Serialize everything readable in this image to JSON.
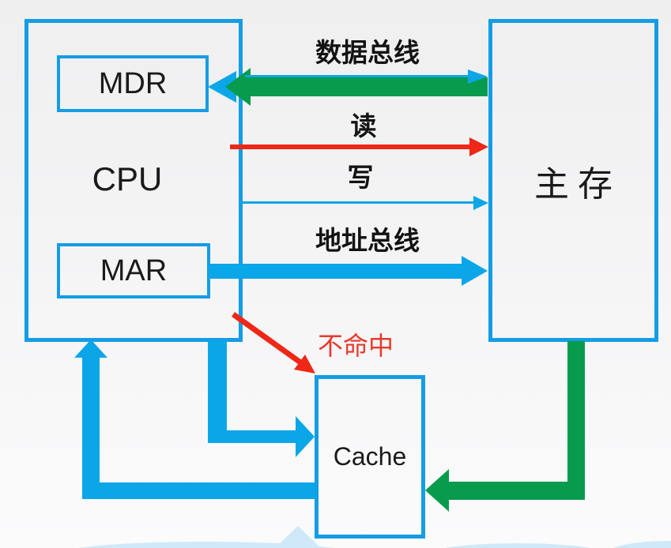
{
  "boxes": {
    "cpu": {
      "label": "CPU"
    },
    "mdr": {
      "label": "MDR"
    },
    "mar": {
      "label": "MAR"
    },
    "main_memory": {
      "label": "主 存"
    },
    "cache": {
      "label": "Cache"
    }
  },
  "bus_labels": {
    "data_bus": "数据总线",
    "read": "读",
    "write": "写",
    "address_bus": "地址总线",
    "miss": "不命中"
  },
  "arrows": [
    {
      "name": "data-bus",
      "from": "主存",
      "to": "MDR",
      "label": "数据总线",
      "style": "thick green leftward with thin blue return to 主存",
      "color": "#089b4d"
    },
    {
      "name": "read-signal",
      "from": "CPU",
      "to": "主存",
      "label": "读",
      "style": "red arrow rightward",
      "color": "#ee2716"
    },
    {
      "name": "write-signal",
      "from": "CPU",
      "to": "主存",
      "label": "写",
      "style": "thin blue arrow rightward",
      "color": "#0ba6e8"
    },
    {
      "name": "address-bus",
      "from": "MAR",
      "to": "主存",
      "label": "地址总线",
      "style": "thick blue arrow rightward",
      "color": "#0ba6e8"
    },
    {
      "name": "cpu-to-cache",
      "from": "CPU",
      "to": "Cache",
      "label": "",
      "style": "thick blue L-shaped arrow",
      "color": "#0ba6e8"
    },
    {
      "name": "cache-to-cpu",
      "from": "Cache",
      "to": "CPU",
      "label": "",
      "style": "thick blue L-shaped arrow",
      "color": "#0ba6e8"
    },
    {
      "name": "memory-to-cache",
      "from": "主存",
      "to": "Cache",
      "label": "",
      "style": "thick green L-shaped arrow",
      "color": "#089b4d"
    },
    {
      "name": "miss",
      "from": "CPU",
      "to": "Cache",
      "label": "不命中",
      "style": "red diagonal arrow",
      "color": "#ee2716"
    }
  ],
  "colors": {
    "bus_blue": "#0ba6e8",
    "bus_green": "#089b4d",
    "arrow_red": "#ee2716",
    "miss_label_red": "#e8392a",
    "box_border_blue": "#149de4",
    "wave_blue": "#cfe9f8",
    "background": "#f3f3f4"
  }
}
